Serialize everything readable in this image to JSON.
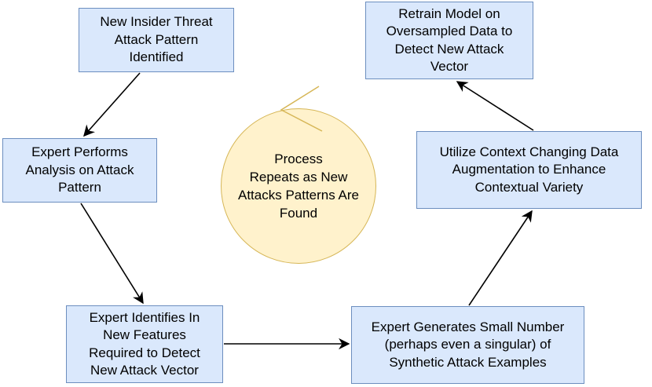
{
  "nodes": {
    "identified": "New Insider Threat\nAttack Pattern\nIdentified",
    "retrain": "Retrain Model on\nOversampled Data to\nDetect New Attack\nVector",
    "analysis": "Expert Performs\nAnalysis on Attack\nPattern",
    "augment": "Utilize Context Changing Data\nAugmentation to Enhance\nContextual Variety",
    "features": "Expert Identifies In\nNew Features\nRequired to Detect\nNew Attack Vector",
    "generate": "Expert Generates Small Number\n(perhaps even a singular) of\nSynthetic Attack Examples"
  },
  "cycle_note": "Process\nRepeats as New\nAttacks Patterns Are\nFound",
  "colors": {
    "box_fill": "#dae8fc",
    "box_stroke": "#6c8ebf",
    "circle_fill": "#fff2cc",
    "circle_stroke": "#d6b656",
    "edge": "#000000"
  }
}
